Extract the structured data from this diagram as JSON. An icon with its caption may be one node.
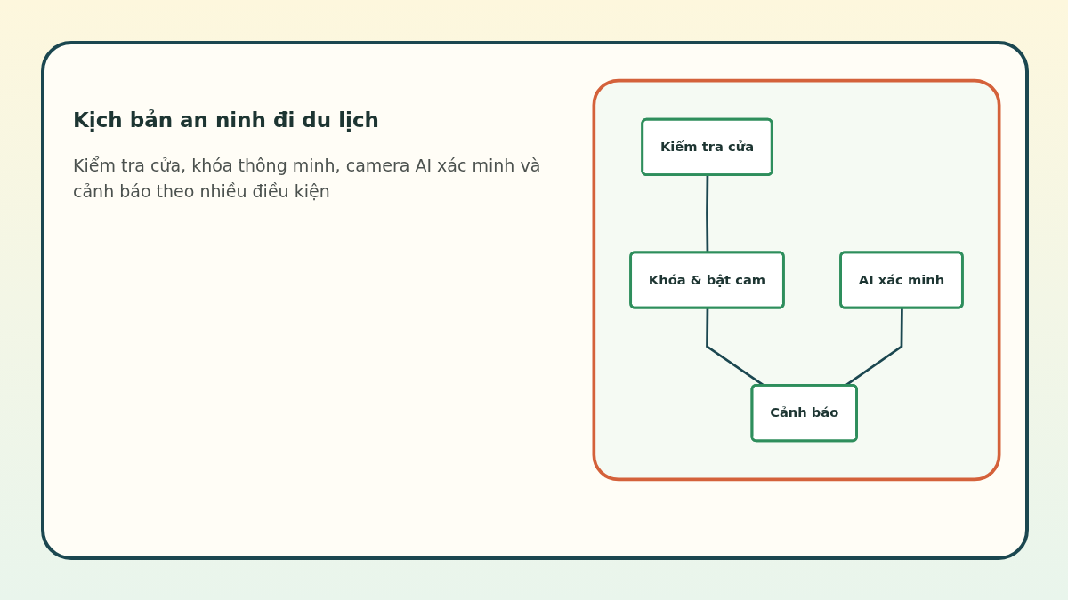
{
  "diagram": {
    "title": "Kịch bản an ninh đi du lịch",
    "caption": "Kiểm tra cửa, khóa thông minh, camera AI xác minh và cảnh báo theo nhiều điều kiện",
    "nodes": [
      {
        "text": [],
        "shape": "box"
      },
      {
        "text": [
          "Kiểm tra cửa"
        ],
        "in": 0
      },
      {
        "text": [
          "Khóa & bật cam"
        ],
        "in": 0
      },
      {
        "text": [
          "AI xác minh"
        ],
        "in": 0
      },
      {
        "text": [
          "Cảnh báo"
        ],
        "in": 0
      }
    ],
    "edges": [
      {
        "from": 1,
        "to": 2,
        "arrow": "none"
      },
      {
        "from": 2,
        "to": 4,
        "arrow": "none"
      },
      {
        "from": 3,
        "to": 4,
        "arrow": "none"
      }
    ]
  }
}
